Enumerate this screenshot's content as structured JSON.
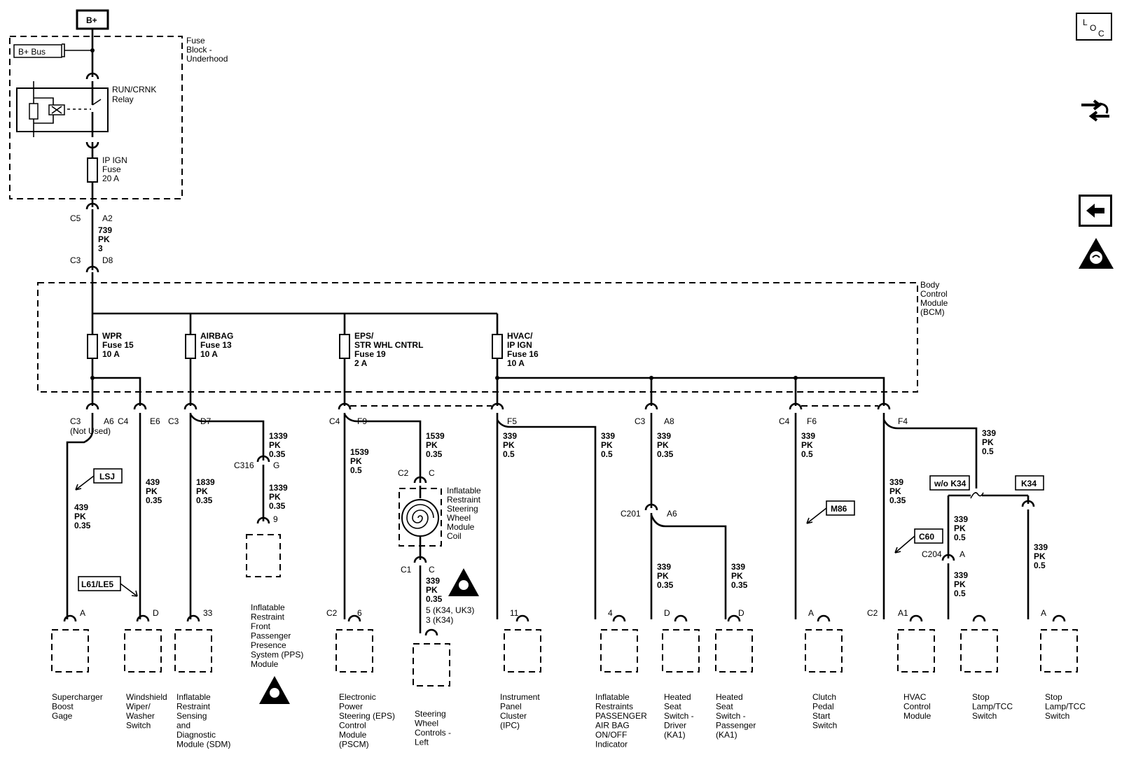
{
  "battery": "B+",
  "b_bus": "B+ Bus",
  "fuse_block": [
    "Fuse",
    "Block -",
    "Underhood"
  ],
  "relay": [
    "RUN/CRNK",
    "Relay"
  ],
  "ip_ign_fuse": [
    "IP IGN",
    "Fuse",
    "20 A"
  ],
  "feed": {
    "c5": "C5",
    "a2": "A2",
    "wire": [
      "739",
      "PK",
      "3"
    ],
    "c3": "C3",
    "d8": "D8"
  },
  "bcm": [
    "Body",
    "Control",
    "Module",
    "(BCM)"
  ],
  "bcm_fuses": [
    {
      "lines": [
        "WPR",
        "Fuse 15",
        "10 A"
      ]
    },
    {
      "lines": [
        "AIRBAG",
        "Fuse 13",
        "10 A"
      ]
    },
    {
      "lines": [
        "EPS/",
        "STR WHL CNTRL",
        "Fuse 19",
        "2 A"
      ]
    },
    {
      "lines": [
        "HVAC/",
        "IP IGN",
        "Fuse 16",
        "10 A"
      ]
    }
  ],
  "connector_labels": [
    "C3",
    "A6",
    "(Not Used)",
    "C4",
    "E6",
    "C3",
    "D7",
    "C4",
    "F9",
    "F5",
    "C3",
    "A8",
    "C4",
    "F6",
    "F4",
    "C316",
    "G",
    "9",
    "C2",
    "C",
    "C1",
    "C",
    "C201",
    "A6",
    "C204",
    "A",
    "A",
    "D",
    "33",
    "C2",
    "6",
    "11",
    "4",
    "D",
    "D",
    "A",
    "C2",
    "A1",
    "A"
  ],
  "wire_labels": [
    [
      "439",
      "PK",
      "0.35"
    ],
    [
      "439",
      "PK",
      "0.35"
    ],
    [
      "1839",
      "PK",
      "0.35"
    ],
    [
      "1339",
      "PK",
      "0.35"
    ],
    [
      "1339",
      "PK",
      "0.35"
    ],
    [
      "1539",
      "PK",
      "0.5"
    ],
    [
      "1539",
      "PK",
      "0.35"
    ],
    [
      "339",
      "PK",
      "0.35"
    ],
    [
      "5 (K34, UK3)",
      "3 (K34)"
    ],
    [
      "339",
      "PK",
      "0.5"
    ],
    [
      "339",
      "PK",
      "0.5"
    ],
    [
      "339",
      "PK",
      "0.35"
    ],
    [
      "339",
      "PK",
      "0.35"
    ],
    [
      "339",
      "PK",
      "0.35"
    ],
    [
      "339",
      "PK",
      "0.5"
    ],
    [
      "339",
      "PK",
      "0.35"
    ],
    [
      "339",
      "PK",
      "0.5"
    ],
    [
      "339",
      "PK",
      "0.5"
    ],
    [
      "339",
      "PK",
      "0.5"
    ],
    [
      "339",
      "PK",
      "0.5"
    ]
  ],
  "options": [
    "LSJ",
    "L61/LE5",
    "M86",
    "C60",
    "w/o K34",
    "K34"
  ],
  "coil": [
    "Inflatable",
    "Restraint",
    "Steering",
    "Wheel",
    "Module",
    "Coil"
  ],
  "components": [
    [
      "Supercharger",
      "Boost",
      "Gage"
    ],
    [
      "Windshield",
      "Wiper/",
      "Washer",
      "Switch"
    ],
    [
      "Inflatable",
      "Restraint",
      "Sensing",
      "and",
      "Diagnostic",
      "Module (SDM)"
    ],
    [
      "Inflatable",
      "Restraint",
      "Front",
      "Passenger",
      "Presence",
      "System (PPS)",
      "Module"
    ],
    [
      "Electronic",
      "Power",
      "Steering (EPS)",
      "Control",
      "Module",
      "(PSCM)"
    ],
    [
      "Steering",
      "Wheel",
      "Controls -",
      "Left"
    ],
    [
      "Instrument",
      "Panel",
      "Cluster",
      "(IPC)"
    ],
    [
      "Inflatable",
      "Restraints",
      "PASSENGER",
      "AIR BAG",
      "ON/OFF",
      "Indicator"
    ],
    [
      "Heated",
      "Seat",
      "Switch -",
      "Driver",
      "(KA1)"
    ],
    [
      "Heated",
      "Seat",
      "Switch -",
      "Passenger",
      "(KA1)"
    ],
    [
      "Clutch",
      "Pedal",
      "Start",
      "Switch"
    ],
    [
      "HVAC",
      "Control",
      "Module"
    ],
    [
      "Stop",
      "Lamp/TCC",
      "Switch"
    ],
    [
      "Stop",
      "Lamp/TCC",
      "Switch"
    ]
  ],
  "side_icons": [
    "loc-icon",
    "swap-icon",
    "back-arrow-icon",
    "airbag-warning-icon"
  ],
  "side_loc_text": "LOC"
}
